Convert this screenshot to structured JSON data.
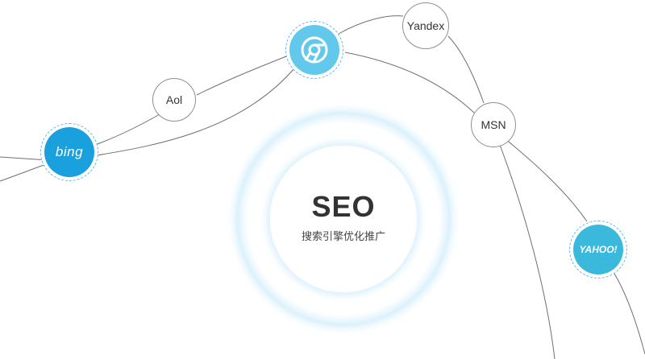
{
  "center": {
    "title": "SEO",
    "subtitle": "搜索引擎优化推广"
  },
  "engines": {
    "bing": {
      "label": "bing",
      "icon": "bing-logo-icon",
      "color": "#1aa0dd"
    },
    "aol": {
      "label": "Aol"
    },
    "chrome": {
      "icon": "chrome-logo-icon",
      "color": "#63c9ec"
    },
    "yandex": {
      "label": "Yandex"
    },
    "msn": {
      "label": "MSN"
    },
    "yahoo": {
      "label": "YAHOO!",
      "icon": "yahoo-logo-icon",
      "color": "#3bb9dd"
    }
  },
  "colors": {
    "line": "#6f6f6f",
    "glow": "#c3e8fa",
    "dashed_ring": "#62b7e6"
  }
}
